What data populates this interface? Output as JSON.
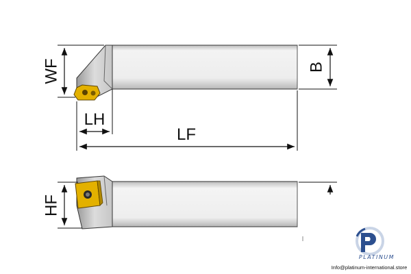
{
  "dimensions": {
    "wf": "WF",
    "b": "B",
    "lh": "LH",
    "lf": "LF",
    "hf": "HF"
  },
  "watermark": {
    "brand": "PLATINUM",
    "email": "Info@platinum-international.store"
  },
  "colors": {
    "body_light": "#f4f4f4",
    "body_dark": "#bfbfbf",
    "outline": "#222222",
    "insert": "#e3b100",
    "insert_dark": "#7a5c00",
    "dimension_line": "#111111",
    "brand": "#2c4f8f"
  }
}
